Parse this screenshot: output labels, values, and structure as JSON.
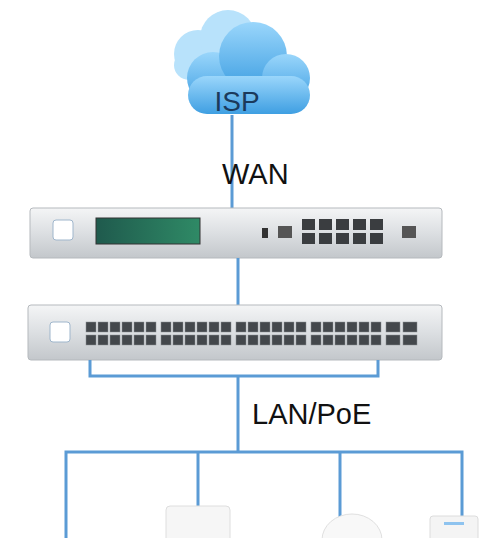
{
  "diagram": {
    "nodes": [
      {
        "text": [
          "ISP"
        ]
      }
    ],
    "labels": [
      "WAN",
      "LAN/PoE"
    ]
  }
}
